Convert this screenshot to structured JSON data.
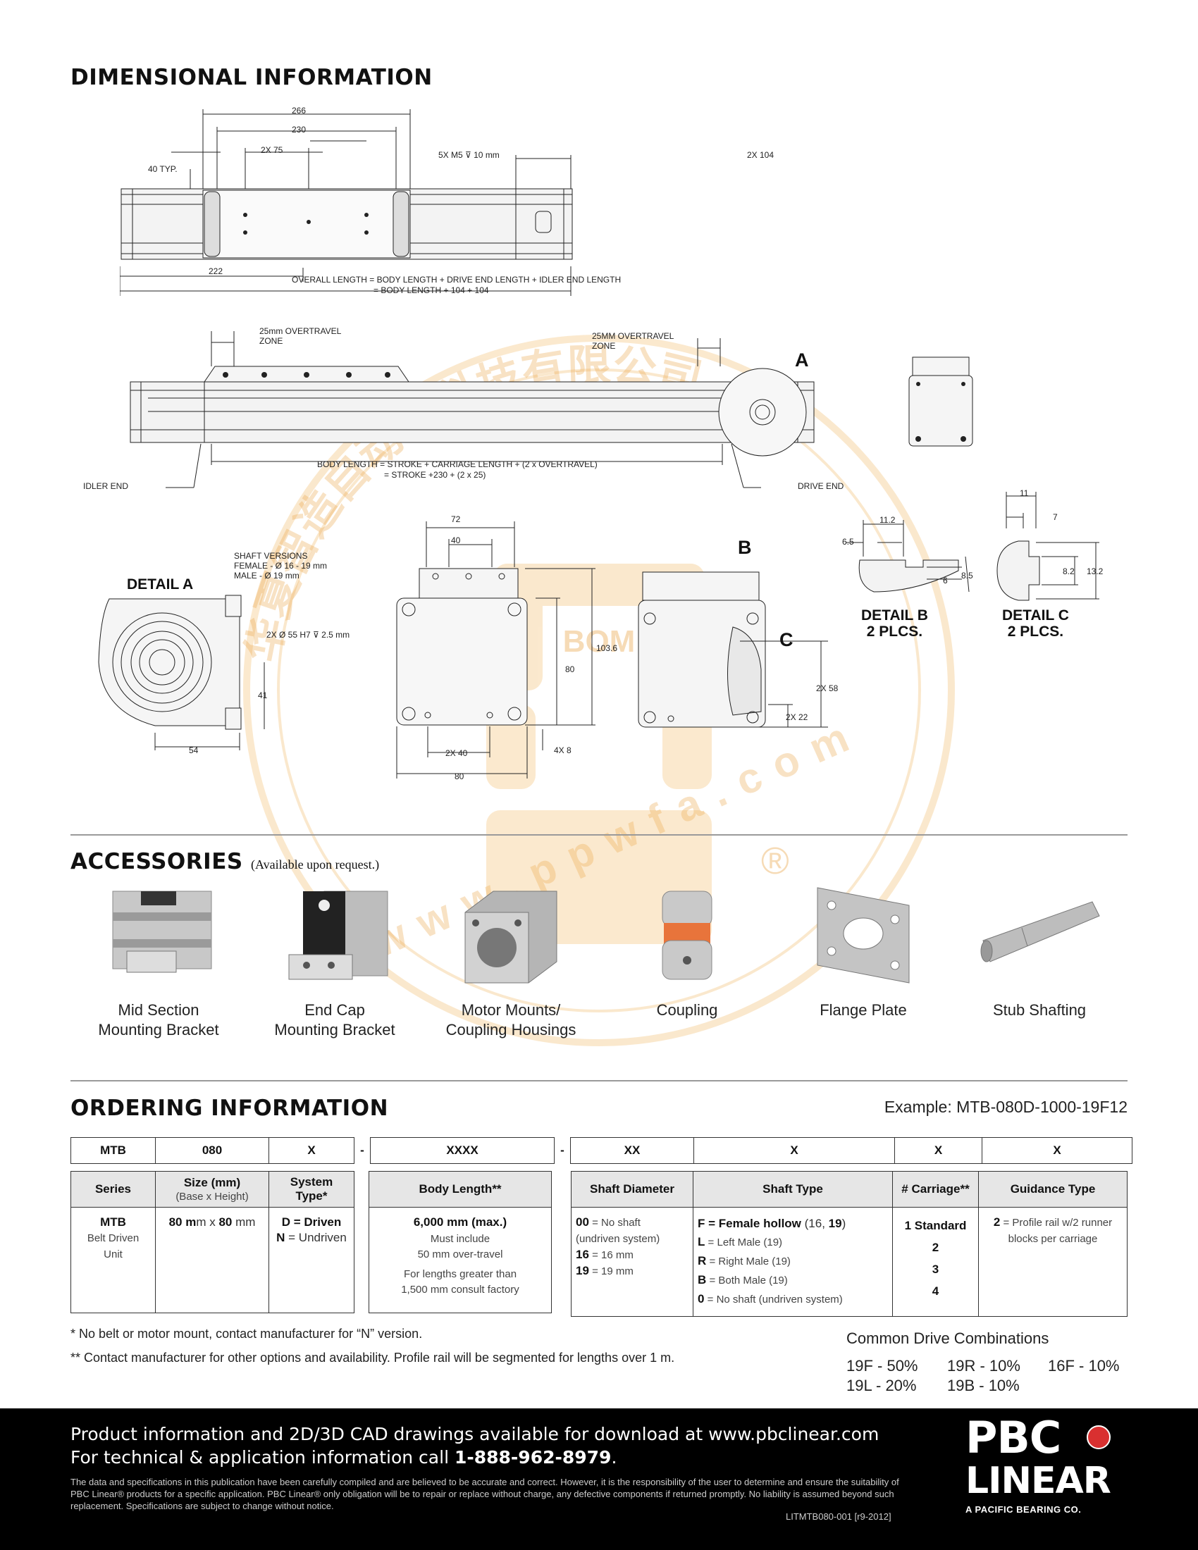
{
  "dimensional": {
    "title": "DIMENSIONAL INFORMATION",
    "top_view": {
      "d266": "266",
      "d230": "230",
      "d2x75": "2X 75",
      "d40typ": "40 TYP.",
      "holes": "5X M5 ⊽ 10 mm",
      "d2x104": "2X 104",
      "d222": "222",
      "overall1": "OVERALL LENGTH = BODY LENGTH + DRIVE END LENGTH + IDLER END LENGTH",
      "overall2": "= BODY LENGTH + 104 + 104"
    },
    "side_view": {
      "overtravel_left": "25mm OVERTRAVEL\nZONE",
      "overtravel_right": "25MM OVERTRAVEL\nZONE",
      "body1": "BODY LENGTH = STROKE + CARRIAGE LENGTH + (2 x OVERTRAVEL)",
      "body2": "= STROKE +230 + (2 x 25)",
      "idler_end": "IDLER END",
      "drive_end": "DRIVE END",
      "callout_a": "A"
    },
    "detail_a": {
      "label": "DETAIL A",
      "shaft_versions": "SHAFT VERSIONS\nFEMALE - Ø 16 - 19 mm\nMALE - Ø 19 mm",
      "bore": "2X Ø 55 H7 ⊽ 2.5 mm",
      "d41": "41",
      "d54": "54"
    },
    "end_view": {
      "d72": "72",
      "d40": "40",
      "d103_6": "103.6",
      "d80v": "80",
      "d2x40": "2X 40",
      "d4x8": "4X 8",
      "d80h": "80"
    },
    "side_detail": {
      "callout_b": "B",
      "callout_c": "C",
      "d2x58": "2X 58",
      "d2x22": "2X 22"
    },
    "detail_b": {
      "label": "DETAIL B\n2 PLCS.",
      "d11_2": "11.2",
      "d6_5": "6.5",
      "d6": "6",
      "d8_5": "8.5"
    },
    "detail_c": {
      "label": "DETAIL C\n2 PLCS.",
      "d11": "11",
      "d7": "7",
      "d8_2": "8.2",
      "d13_2": "13.2"
    }
  },
  "accessories": {
    "title": "ACCESSORIES",
    "subtitle": "(Available upon request.)",
    "items": [
      {
        "label": "Mid Section\nMounting Bracket",
        "icon": "mid-section-bracket-image"
      },
      {
        "label": "End Cap\nMounting Bracket",
        "icon": "end-cap-bracket-image"
      },
      {
        "label": "Motor Mounts/\nCoupling Housings",
        "icon": "motor-mount-image"
      },
      {
        "label": "Coupling",
        "icon": "coupling-image"
      },
      {
        "label": "Flange Plate",
        "icon": "flange-plate-image"
      },
      {
        "label": "Stub Shafting",
        "icon": "stub-shaft-image"
      }
    ]
  },
  "ordering": {
    "title": "ORDERING INFORMATION",
    "example": "Example: MTB-080D-1000-19F12",
    "code": [
      "MTB",
      "080",
      "X",
      "-",
      "XXXX",
      "-",
      "XX",
      "X",
      "X",
      "X"
    ],
    "headers": {
      "series": "Series",
      "size": "Size (mm)",
      "size_sub": "(Base x Height)",
      "system": "System Type*",
      "body": "Body Length**",
      "shaft_dia": "Shaft Diameter",
      "shaft_type": "Shaft Type",
      "carriage": "# Carriage**",
      "guidance": "Guidance Type"
    },
    "series": {
      "code": "MTB",
      "desc": "Belt Driven\nUnit"
    },
    "size": {
      "a": "80 m",
      "b": "m x ",
      "c": "80",
      "d": " mm"
    },
    "system": {
      "d_code": "D",
      "d_text": " = Driven",
      "n_code": "N",
      "n_text": " = Undriven"
    },
    "body": {
      "max": "6,000 mm (max.)",
      "note1": "Must include\n50 mm over-travel",
      "note2": "For lengths greater than\n1,500 mm consult factory"
    },
    "shaft_dia": [
      {
        "code": "00",
        "text": " = No shaft\n(undriven system)"
      },
      {
        "code": "16",
        "text": " = 16 mm"
      },
      {
        "code": "19",
        "text": " = 19 mm"
      }
    ],
    "shaft_type": [
      {
        "code": "F",
        "text": " = Female hollow ",
        "extra": "(16, ",
        "bold2": "19",
        "end": ")"
      },
      {
        "code": "L",
        "text": " = Left Male (19)"
      },
      {
        "code": "R",
        "text": " = Right Male (19)"
      },
      {
        "code": "B",
        "text": " = Both Male (19)"
      },
      {
        "code": "0",
        "text": " = No shaft (undriven system)"
      }
    ],
    "carriage": [
      "1 Standard",
      "2",
      "3",
      "4"
    ],
    "guidance": {
      "code": "2",
      "text": " = Profile rail w/2 runner\nblocks per carriage"
    },
    "note1": "*   No belt or motor mount, contact manufacturer for “N” version.",
    "note2": "** Contact manufacturer for other options and availability. Profile rail will be segmented for lengths over 1 m.",
    "combos_title": "Common Drive Combinations",
    "combos": [
      [
        "19F - 50%",
        "19R - 10%",
        "16F - 10%"
      ],
      [
        "19L - 20%",
        "19B - 10%",
        ""
      ]
    ]
  },
  "footer": {
    "line1": "Product information and 2D/3D CAD drawings available for download at www.pbclinear.com",
    "line2a": "For technical & application information call ",
    "line2b": "1-888-962-8979",
    "line2c": ".",
    "disclaimer": "The data and specifications in this publication have been carefully compiled and are believed to be accurate and correct.  However, it is the responsibility of the user to determine and ensure the suitability of PBC Linear® products for a specific application.  PBC Linear® only obligation will be to repair or replace without charge, any defective components if returned promptly. No liability is assumed beyond such replacement. Specifications are subject to change without notice.",
    "code": "LITMTB080-001 [r9-2012]",
    "logo_top": "PBC",
    "logo_bottom": "LINEAR",
    "logo_sub": "A PACIFIC BEARING CO."
  },
  "watermark": {
    "ring_text": "华夏智造自动化科技有限公司",
    "url_text": "www.ppwfa.com",
    "center_text": "BOM",
    "registered": "®"
  }
}
